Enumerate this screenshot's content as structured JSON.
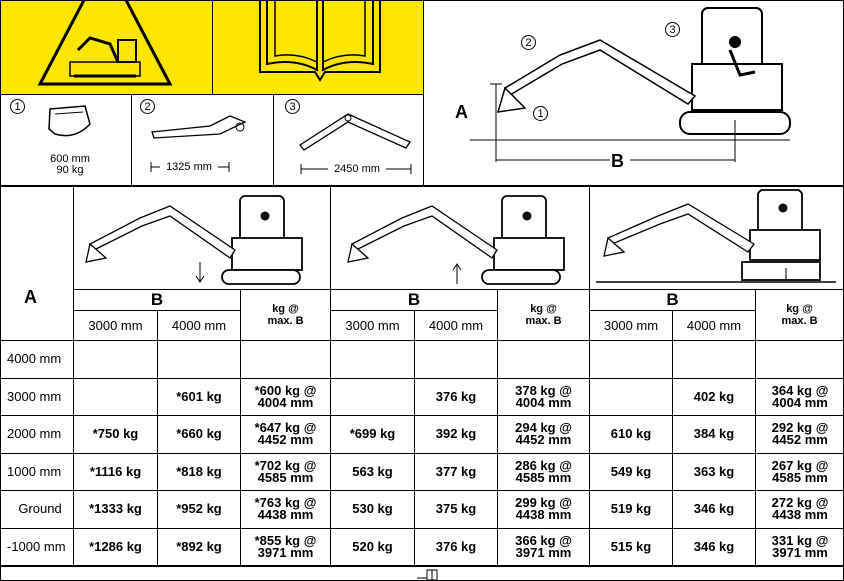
{
  "top": {
    "items": [
      {
        "num": "1",
        "line1": "600 mm",
        "line2": "90 kg"
      },
      {
        "num": "2",
        "dim": "1325 mm"
      },
      {
        "num": "3",
        "dim": "2450 mm"
      }
    ],
    "diagram": {
      "label_a": "A",
      "label_b": "B",
      "c1": "1",
      "c2": "2",
      "c3": "3"
    }
  },
  "table": {
    "row_header": "A",
    "group_label": "B",
    "col_3000": "3000 mm",
    "col_4000": "4000 mm",
    "col_max": [
      "kg @",
      "max. B"
    ],
    "rows": [
      {
        "label": "4000 mm",
        "cells": [
          "",
          "",
          [],
          "",
          "",
          [],
          "",
          "",
          []
        ]
      },
      {
        "label": "3000 mm",
        "cells": [
          "",
          "*601 kg",
          [
            "*600 kg @",
            "4004 mm"
          ],
          "",
          "376 kg",
          [
            "378 kg @",
            "4004 mm"
          ],
          "",
          "402 kg",
          [
            "364 kg @",
            "4004 mm"
          ]
        ]
      },
      {
        "label": "2000 mm",
        "cells": [
          "*750 kg",
          "*660 kg",
          [
            "*647 kg @",
            "4452 mm"
          ],
          "*699 kg",
          "392 kg",
          [
            "294 kg @",
            "4452 mm"
          ],
          "610 kg",
          "384 kg",
          [
            "292 kg @",
            "4452 mm"
          ]
        ]
      },
      {
        "label": "1000 mm",
        "cells": [
          "*1116 kg",
          "*818 kg",
          [
            "*702 kg @",
            "4585 mm"
          ],
          "563 kg",
          "377 kg",
          [
            "286 kg @",
            "4585 mm"
          ],
          "549 kg",
          "363 kg",
          [
            "267 kg @",
            "4585 mm"
          ]
        ]
      },
      {
        "label": "Ground",
        "cells": [
          "*1333 kg",
          "*952 kg",
          [
            "*763 kg @",
            "4438 mm"
          ],
          "530 kg",
          "375 kg",
          [
            "299 kg @",
            "4438 mm"
          ],
          "519 kg",
          "346 kg",
          [
            "272 kg @",
            "4438 mm"
          ]
        ]
      },
      {
        "label": "-1000 mm",
        "cells": [
          "*1286 kg",
          "*892 kg",
          [
            "*855 kg @",
            "3971 mm"
          ],
          "520 kg",
          "376 kg",
          [
            "366 kg @",
            "3971 mm"
          ],
          "515 kg",
          "346 kg",
          [
            "331 kg @",
            "3971 mm"
          ]
        ]
      }
    ]
  }
}
